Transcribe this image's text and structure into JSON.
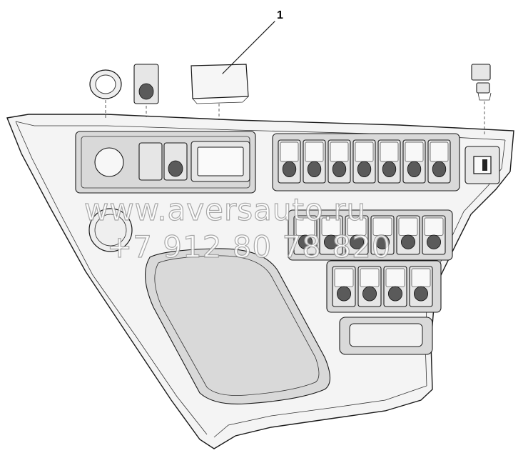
{
  "callouts": [
    {
      "number": "1"
    }
  ],
  "watermark": {
    "line1": "www.aversauto.ru",
    "line2": "+7 912 80 78 820"
  },
  "colors": {
    "line": "#1a1a1a",
    "panel_fill": "#f4f4f4",
    "watermark_stroke": "#9a9a9a"
  }
}
